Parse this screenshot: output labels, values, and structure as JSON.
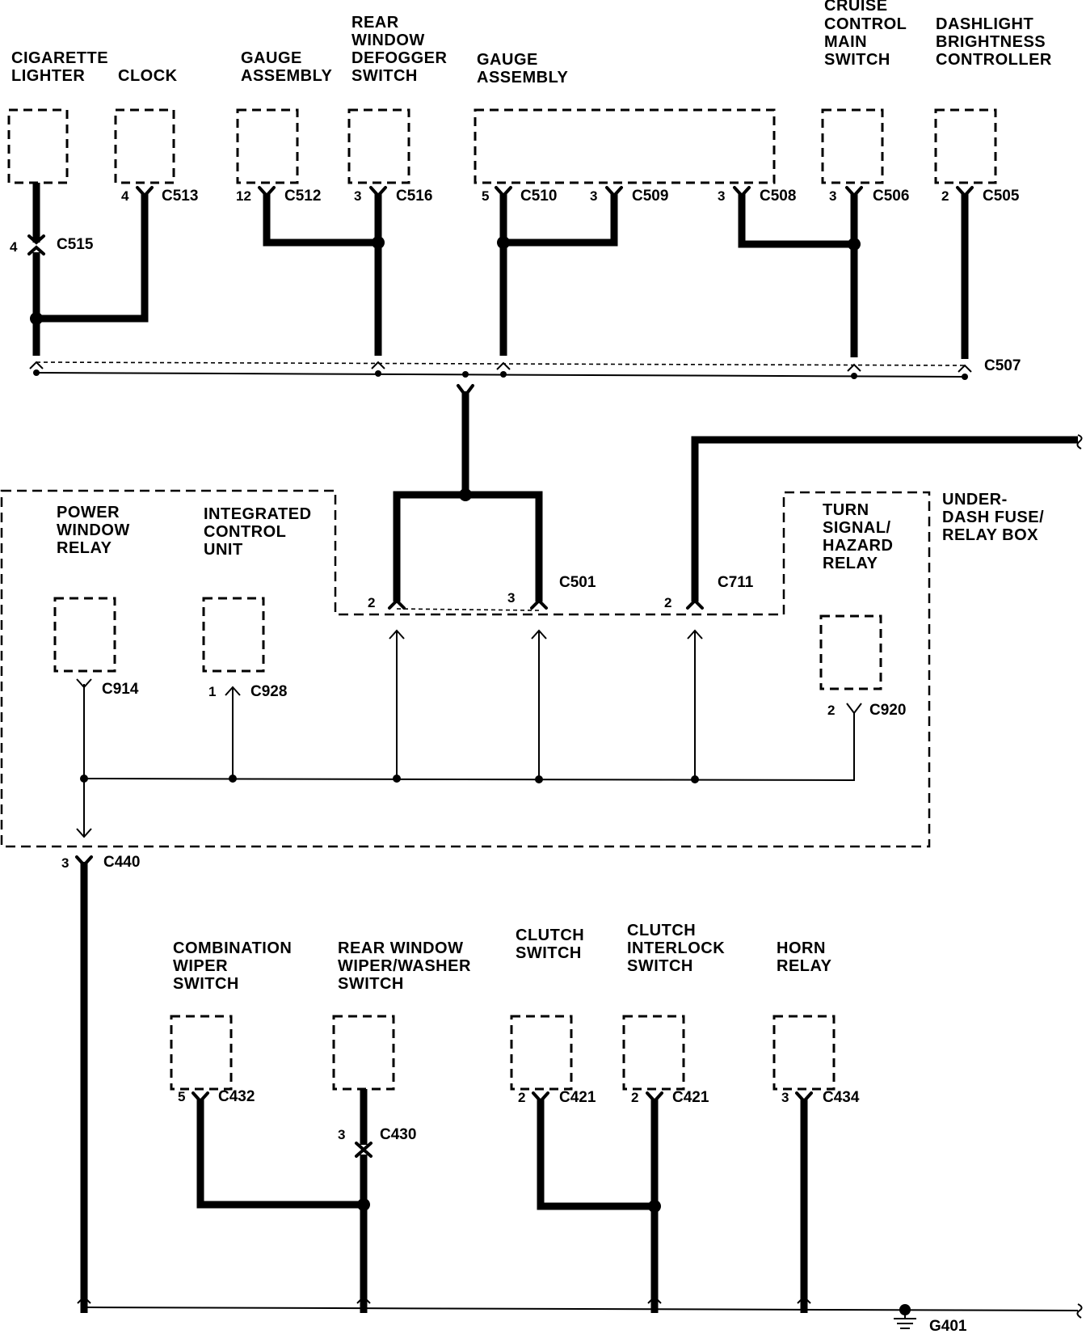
{
  "components": {
    "cigarette_lighter": [
      "CIGARETTE",
      "LIGHTER"
    ],
    "clock": [
      "CLOCK"
    ],
    "gauge_assembly_1": [
      "GAUGE",
      "ASSEMBLY"
    ],
    "rear_window_defogger_switch": [
      "REAR",
      "WINDOW",
      "DEFOGGER",
      "SWITCH"
    ],
    "gauge_assembly_2": [
      "GAUGE",
      "ASSEMBLY"
    ],
    "cruise_control_main_switch": [
      "CRUISE",
      "CONTROL",
      "MAIN",
      "SWITCH"
    ],
    "dashlight_brightness_controller": [
      "DASHLIGHT",
      "BRIGHTNESS",
      "CONTROLLER"
    ],
    "power_window_relay": [
      "POWER",
      "WINDOW",
      "RELAY"
    ],
    "integrated_control_unit": [
      "INTEGRATED",
      "CONTROL",
      "UNIT"
    ],
    "turn_signal_hazard_relay": [
      "TURN",
      "SIGNAL/",
      "HAZARD",
      "RELAY"
    ],
    "under_dash_fuse_relay_box": [
      "UNDER-",
      "DASH FUSE/",
      "RELAY BOX"
    ],
    "combination_wiper_switch": [
      "COMBINATION",
      "WIPER",
      "SWITCH"
    ],
    "rear_window_wiper_washer_switch": [
      "REAR WINDOW",
      "WIPER/WASHER",
      "SWITCH"
    ],
    "clutch_switch": [
      "CLUTCH",
      "SWITCH"
    ],
    "clutch_interlock_switch": [
      "CLUTCH",
      "INTERLOCK",
      "SWITCH"
    ],
    "horn_relay": [
      "HORN",
      "RELAY"
    ]
  },
  "connectors": [
    {
      "id": "c515",
      "name": "C515",
      "pin": "4"
    },
    {
      "id": "c513",
      "name": "C513",
      "pin": "4"
    },
    {
      "id": "c512",
      "name": "C512",
      "pin": "12"
    },
    {
      "id": "c516",
      "name": "C516",
      "pin": "3"
    },
    {
      "id": "c510",
      "name": "C510",
      "pin": "5"
    },
    {
      "id": "c509",
      "name": "C509",
      "pin": "3"
    },
    {
      "id": "c508",
      "name": "C508",
      "pin": "3"
    },
    {
      "id": "c506",
      "name": "C506",
      "pin": "3"
    },
    {
      "id": "c505",
      "name": "C505",
      "pin": "2"
    },
    {
      "id": "c507",
      "name": "C507",
      "pin": ""
    },
    {
      "id": "c501a",
      "name": "",
      "pin": "2"
    },
    {
      "id": "c501b",
      "name": "C501",
      "pin": "3"
    },
    {
      "id": "c711",
      "name": "C711",
      "pin": "2"
    },
    {
      "id": "c914",
      "name": "C914",
      "pin": ""
    },
    {
      "id": "c928",
      "name": "C928",
      "pin": "1"
    },
    {
      "id": "c920",
      "name": "C920",
      "pin": "2"
    },
    {
      "id": "c440",
      "name": "C440",
      "pin": "3"
    },
    {
      "id": "c432",
      "name": "C432",
      "pin": "5"
    },
    {
      "id": "c430",
      "name": "C430",
      "pin": "3"
    },
    {
      "id": "c421a",
      "name": "C421",
      "pin": "2"
    },
    {
      "id": "c421b",
      "name": "C421",
      "pin": "2"
    },
    {
      "id": "c434",
      "name": "C434",
      "pin": "3"
    }
  ],
  "ground": {
    "name": "G401"
  }
}
